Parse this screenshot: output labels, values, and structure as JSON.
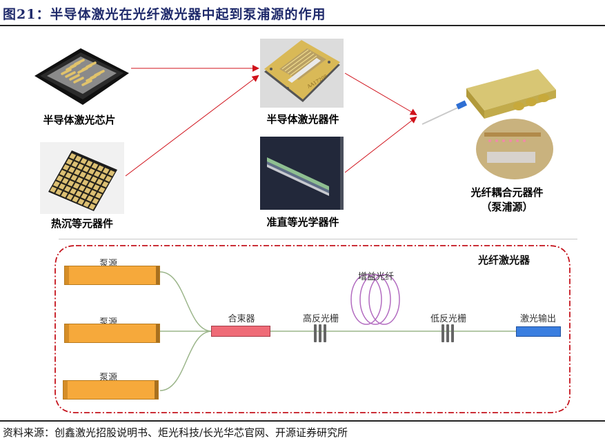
{
  "header": {
    "title": "图21：半导体激光在光纤激光器中起到泵浦源的作用"
  },
  "supply_chain": {
    "items": [
      {
        "id": "chip",
        "label": "半导体激光芯片"
      },
      {
        "id": "heatsink",
        "label": "热沉等元器件"
      },
      {
        "id": "laser_device",
        "label": "半导体激光器件"
      },
      {
        "id": "optics",
        "label": "准直等光学器件"
      },
      {
        "id": "coupled_module",
        "label_line1": "光纤耦合元器件",
        "label_line2": "（泵浦源）"
      }
    ],
    "flows": [
      {
        "from": "半导体激光芯片",
        "to": "半导体激光器件"
      },
      {
        "from": "热沉等元器件",
        "to": "半导体激光器件"
      },
      {
        "from": "半导体激光器件",
        "to": "光纤耦合元器件（泵浦源）"
      },
      {
        "from": "准直等光学器件",
        "to": "光纤耦合元器件（泵浦源）"
      }
    ],
    "arrow_color": "#d0121b",
    "device_marking": "AA17208"
  },
  "fiber_laser": {
    "title": "光纤激光器",
    "pumps": [
      {
        "label": "泵源"
      },
      {
        "label": "泵源"
      },
      {
        "label": "泵源"
      }
    ],
    "combiner": "合束器",
    "high_reflector": "高反光栅",
    "gain_fiber": "增益光纤",
    "low_reflector": "低反光栅",
    "output": "激光输出",
    "colors": {
      "pump": "#f6a93b",
      "combiner": "#ef6b77",
      "output": "#3a7ee0",
      "fiber": "#9bb58a",
      "coil": "#b26bc0",
      "boundary": "#c4121b"
    }
  },
  "footer": {
    "source": "资料来源：创鑫激光招股说明书、炬光科技/长光华芯官网、开源证券研究所"
  }
}
